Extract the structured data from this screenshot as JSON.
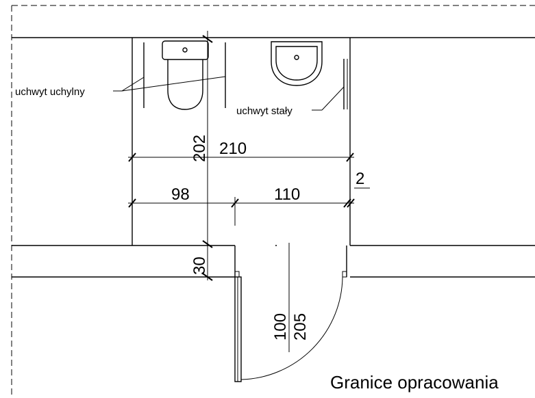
{
  "labels": {
    "grab_bar_hinged": "uchwyt uchylny",
    "grab_bar_fixed": "uchwyt stały",
    "boundary": "Granice opracowania"
  },
  "dimensions": {
    "height_202": "202",
    "width_210": "210",
    "left_98": "98",
    "door_110": "110",
    "gap_2": "2",
    "wall_30": "30",
    "door_width": "100",
    "door_height": "205"
  }
}
